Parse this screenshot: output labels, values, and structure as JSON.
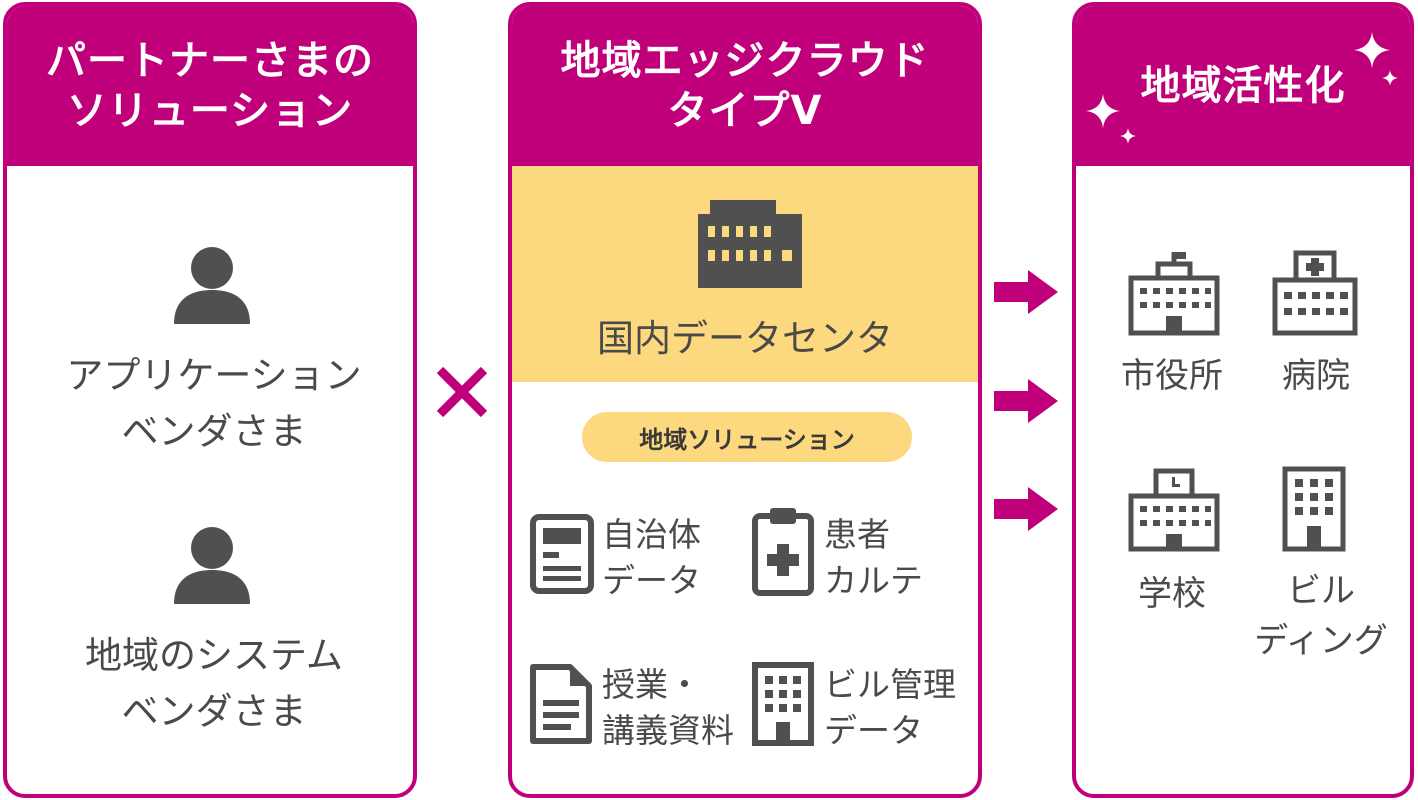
{
  "partners": {
    "title_line1": "パートナーさまの",
    "title_line2": "ソリューション",
    "vendors": [
      {
        "line1": "アプリケーション",
        "line2": "ベンダさま",
        "icon": "person-icon"
      },
      {
        "line1": "地域のシステム",
        "line2": "ベンダさま",
        "icon": "person-icon"
      }
    ]
  },
  "operator": "×",
  "edge_cloud": {
    "title_line1": "地域エッジクラウド",
    "title_line2": "タイプV",
    "datacenter_label": "国内データセンタ",
    "solutions_pill": "地域ソリューション",
    "solutions": [
      {
        "line1": "自治体",
        "line2": "データ",
        "icon": "document-icon"
      },
      {
        "line1": "患者",
        "line2": "カルテ",
        "icon": "medical-clipboard-icon"
      },
      {
        "line1": "授業・",
        "line2": "講義資料",
        "icon": "file-icon"
      },
      {
        "line1": "ビル管理",
        "line2": "データ",
        "icon": "building-icon"
      }
    ]
  },
  "revitalization": {
    "title": "地域活性化",
    "places": [
      {
        "line1": "市役所",
        "icon": "city-hall-icon"
      },
      {
        "line1": "病院",
        "icon": "hospital-icon"
      },
      {
        "line1": "学校",
        "icon": "school-icon"
      },
      {
        "line1": "ビル",
        "line2": "ディング",
        "icon": "office-building-icon"
      }
    ]
  },
  "colors": {
    "accent": "#c0007a",
    "highlight": "#fcd87e",
    "icon": "#505050"
  }
}
